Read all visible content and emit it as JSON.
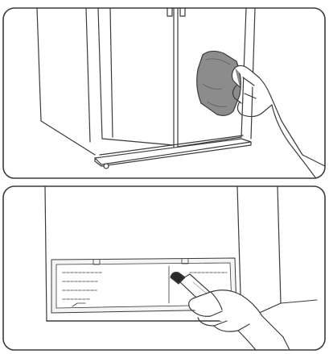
{
  "panels": [
    {
      "id": "top",
      "depicts": [
        "refrigerator-doors",
        "cloth",
        "hand"
      ]
    },
    {
      "id": "bottom",
      "depicts": [
        "appliance-underside",
        "label-plate",
        "marker",
        "hand"
      ]
    }
  ],
  "colors": {
    "line": "#3a3a3a",
    "fill": "#ffffff",
    "shade": "#bdbdbd",
    "cloth": "#8c8c8c",
    "marker_tip": "#2a2a2a"
  },
  "stroke": {
    "panel": 1.6,
    "object": 1.2,
    "detail": 0.8
  }
}
